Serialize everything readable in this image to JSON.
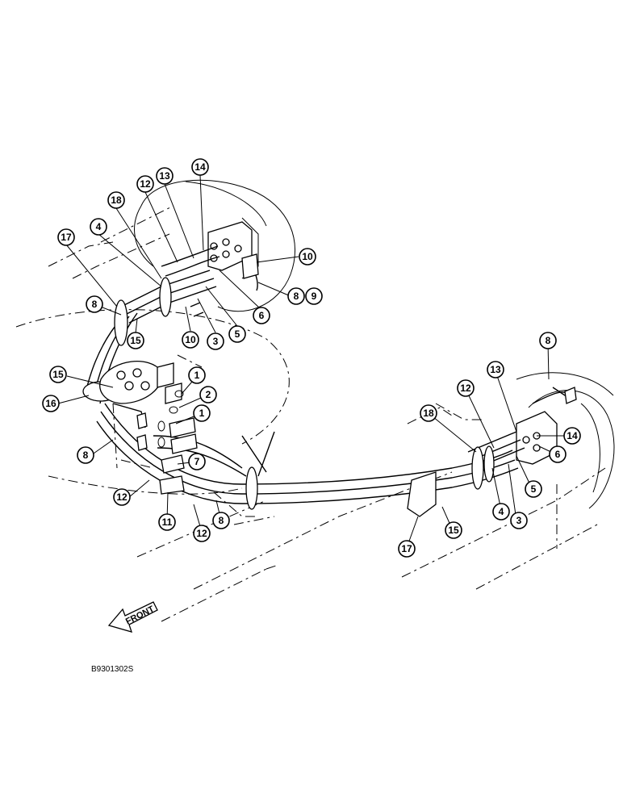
{
  "figure_code": "B9301302S",
  "front_label": "FRONT",
  "callouts": [
    {
      "id": "c14a",
      "label": "14"
    },
    {
      "id": "c13a",
      "label": "13"
    },
    {
      "id": "c12a",
      "label": "12"
    },
    {
      "id": "c18a",
      "label": "18"
    },
    {
      "id": "c4a",
      "label": "4"
    },
    {
      "id": "c17a",
      "label": "17"
    },
    {
      "id": "c10a",
      "label": "10"
    },
    {
      "id": "c8a",
      "label": "8"
    },
    {
      "id": "c9a",
      "label": "9"
    },
    {
      "id": "c6a",
      "label": "6"
    },
    {
      "id": "c8b",
      "label": "8"
    },
    {
      "id": "c10b",
      "label": "10"
    },
    {
      "id": "c3a",
      "label": "3"
    },
    {
      "id": "c5a",
      "label": "5"
    },
    {
      "id": "c15a",
      "label": "15"
    },
    {
      "id": "c15b",
      "label": "15"
    },
    {
      "id": "c1a",
      "label": "1"
    },
    {
      "id": "c2a",
      "label": "2"
    },
    {
      "id": "c16a",
      "label": "16"
    },
    {
      "id": "c1b",
      "label": "1"
    },
    {
      "id": "c8c",
      "label": "8"
    },
    {
      "id": "c7a",
      "label": "7"
    },
    {
      "id": "c12b",
      "label": "12"
    },
    {
      "id": "c11a",
      "label": "11"
    },
    {
      "id": "c8d",
      "label": "8"
    },
    {
      "id": "c12c",
      "label": "12"
    },
    {
      "id": "c8e",
      "label": "8"
    },
    {
      "id": "c13b",
      "label": "13"
    },
    {
      "id": "c12d",
      "label": "12"
    },
    {
      "id": "c18b",
      "label": "18"
    },
    {
      "id": "c14b",
      "label": "14"
    },
    {
      "id": "c6b",
      "label": "6"
    },
    {
      "id": "c5b",
      "label": "5"
    },
    {
      "id": "c4b",
      "label": "4"
    },
    {
      "id": "c3b",
      "label": "3"
    },
    {
      "id": "c15c",
      "label": "15"
    },
    {
      "id": "c17b",
      "label": "17"
    }
  ]
}
